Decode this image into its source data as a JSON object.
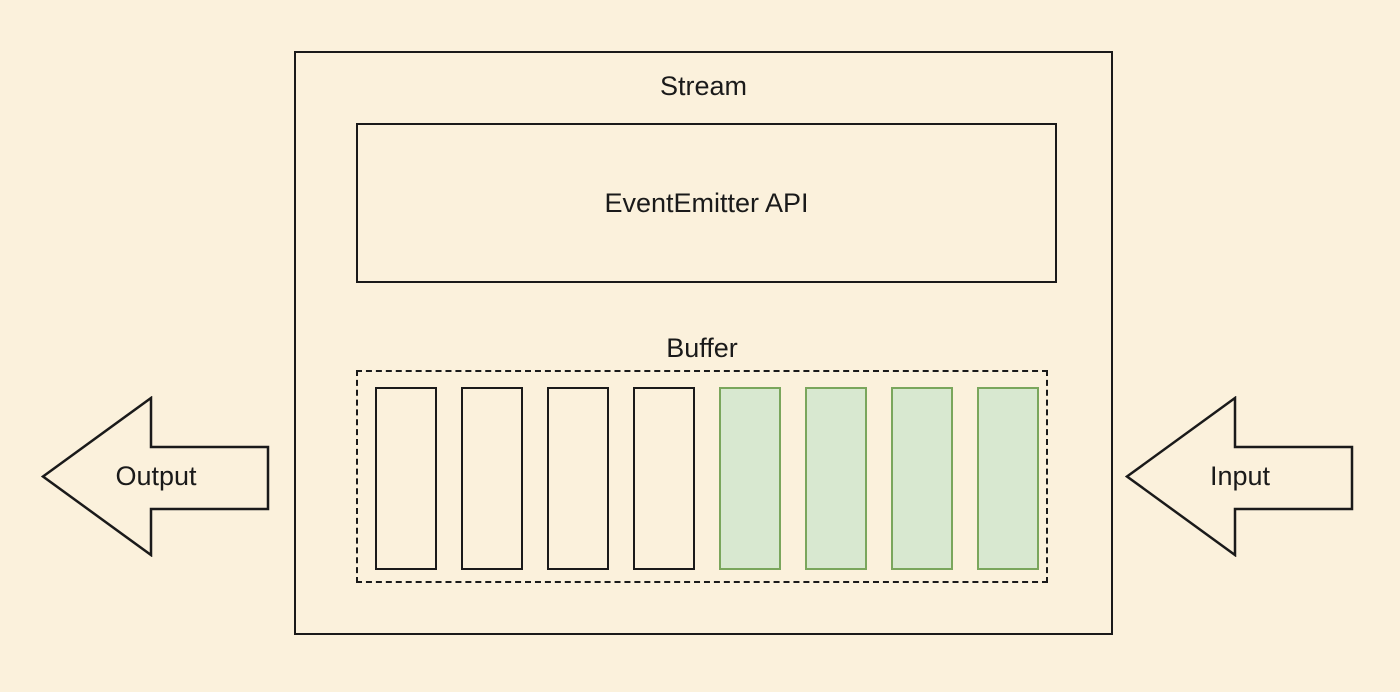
{
  "colors": {
    "background": "#FBF1DC",
    "line": "#1A1A1A",
    "cell_fill_green": "#D8E8D0",
    "cell_border_green": "#7AA65C"
  },
  "stream": {
    "label": "Stream"
  },
  "event_emitter": {
    "label": "EventEmitter API"
  },
  "buffer": {
    "label": "Buffer",
    "cells": [
      "empty",
      "empty",
      "empty",
      "empty",
      "filled",
      "filled",
      "filled",
      "filled"
    ]
  },
  "arrows": {
    "output_label": "Output",
    "input_label": "Input"
  }
}
